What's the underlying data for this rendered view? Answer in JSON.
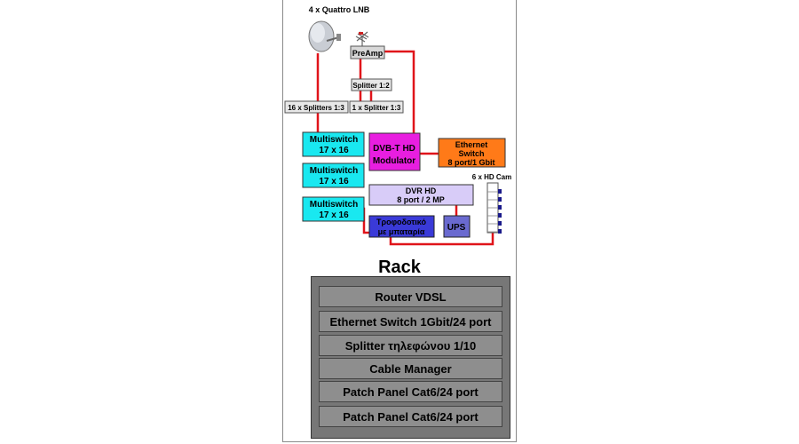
{
  "diagram": {
    "lnb_label": "4 x Quattro LNB",
    "preamp": "PreAmp",
    "splitter_1_2": "Splitter 1:2",
    "splitters_16": "16 x Splitters 1:3",
    "splitter_1": "1 x Splitter 1:3",
    "multiswitches": [
      {
        "line1": "Multiswitch",
        "line2": "17 x 16"
      },
      {
        "line1": "Multiswitch",
        "line2": "17 x 16"
      },
      {
        "line1": "Multiswitch",
        "line2": "17 x 16"
      }
    ],
    "modulator": {
      "line1": "DVB-T HD",
      "line2": "Modulator"
    },
    "ethernet_switch": {
      "line1": "Ethernet",
      "line2": "Switch",
      "line3": "8 port/1 Gbit"
    },
    "cam_label": "6 x HD Cam",
    "dvr": {
      "line1": "DVR HD",
      "line2": "8 port / 2 MP"
    },
    "psu": {
      "line1": "Τροφοδοτικό",
      "line2": "με μπαταρία"
    },
    "ups": "UPS"
  },
  "rack": {
    "title": "Rack",
    "rows": [
      "Router VDSL",
      "Ethernet Switch 1Gbit/24 port",
      "Splitter τηλεφώνου 1/10",
      "Cable Manager",
      "Patch Panel Cat6/24 port",
      "Patch Panel Cat6/24 port"
    ]
  },
  "colors": {
    "wire": "#e0141a",
    "multiswitch": "#19e8f0",
    "modulator": "#e81ee0",
    "ethernet": "#ff7a18",
    "dvr": "#d8ccf8",
    "psu": "#3a3ad8",
    "ups": "#6a6ad0",
    "rack": "#777777",
    "rack_row": "#8e8e8e"
  }
}
